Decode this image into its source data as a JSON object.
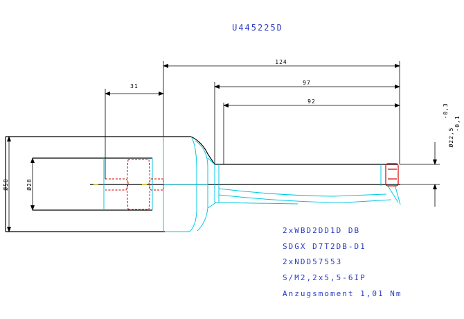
{
  "drawing": {
    "part_number": "U445225D",
    "dimensions": {
      "overall_length": "124",
      "length_97": "97",
      "length_92": "92",
      "shank_offset": "31",
      "shank_diameter": "Ø50",
      "bore_diameter": "Ø28",
      "tip_diameter": "Ø22,5",
      "tip_tol_upper": "-0,3",
      "tip_tol_lower": "-0,1"
    },
    "parts_list": [
      "2xWBD2DD1D DB",
      "SDGX D7T2DB-D1",
      "2xNDD57553",
      "S/M2,2x5,5-6IP",
      "Anzugsmoment 1,01 Nm"
    ]
  }
}
